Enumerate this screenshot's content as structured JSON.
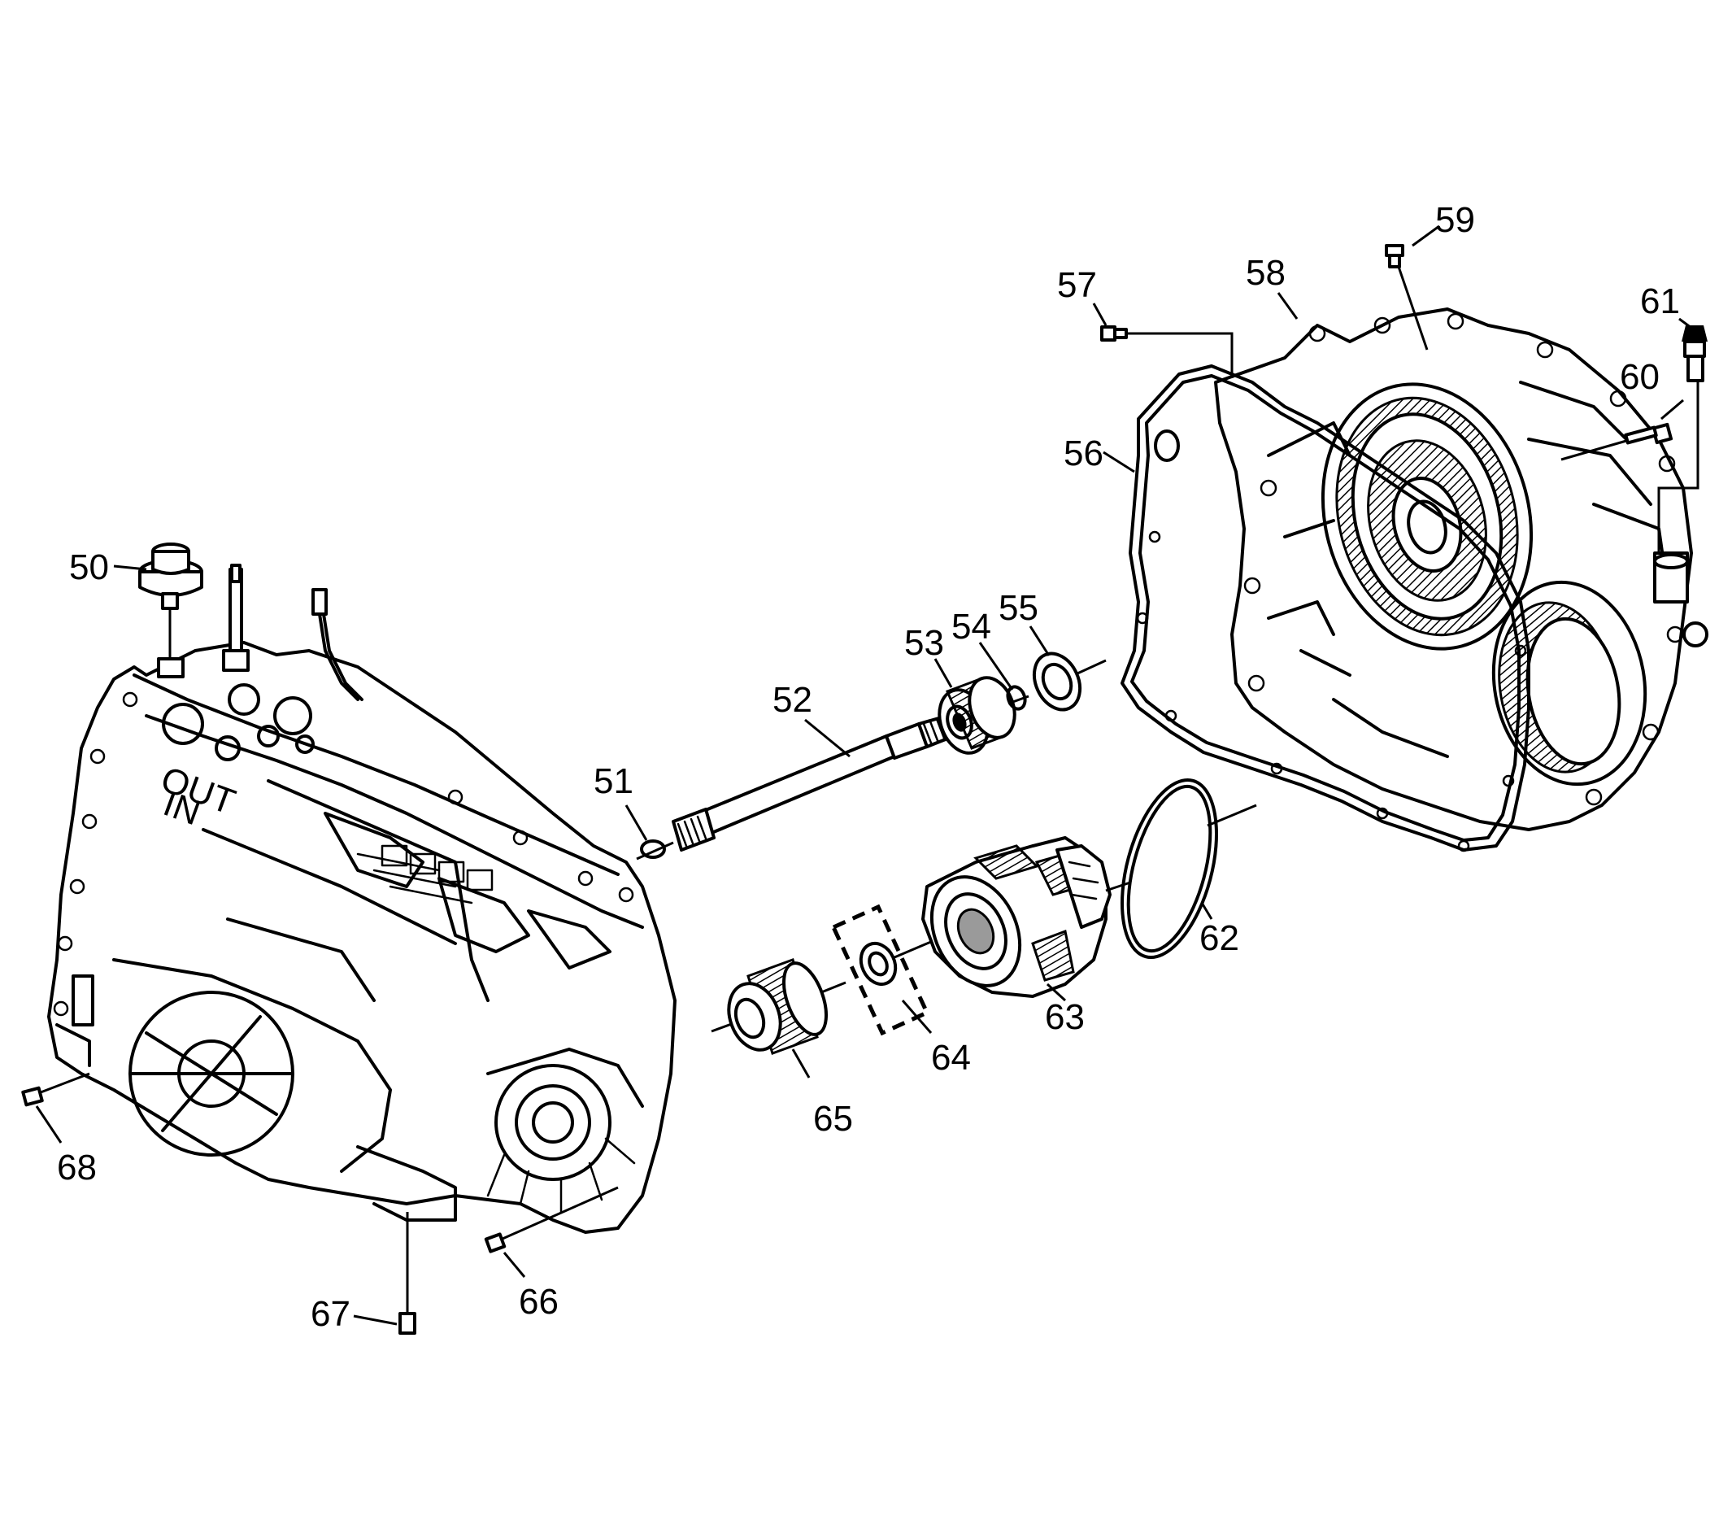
{
  "callouts": {
    "c50": "50",
    "c51": "51",
    "c52": "52",
    "c53": "53",
    "c54": "54",
    "c55": "55",
    "c56": "56",
    "c57": "57",
    "c58": "58",
    "c59": "59",
    "c60": "60",
    "c61": "61",
    "c62": "62",
    "c63": "63",
    "c64": "64",
    "c65": "65",
    "c66": "66",
    "c67": "67",
    "c68": "68"
  },
  "case_lettering": [
    "OUT",
    "IN"
  ]
}
